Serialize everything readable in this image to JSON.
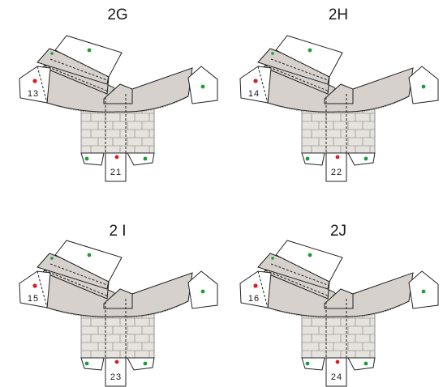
{
  "panels": [
    {
      "title": "2G",
      "top_number": "13",
      "bottom_number": "21"
    },
    {
      "title": "2H",
      "top_number": "14",
      "bottom_number": "22"
    },
    {
      "title": "2 I",
      "top_number": "15",
      "bottom_number": "23"
    },
    {
      "title": "2J",
      "top_number": "16",
      "bottom_number": "24"
    }
  ],
  "colors": {
    "gray_fill": "#d6d1cc",
    "brick_fill": "#e6e3df",
    "green_dot": "#1f9a3a",
    "red_dot": "#d81f26"
  }
}
